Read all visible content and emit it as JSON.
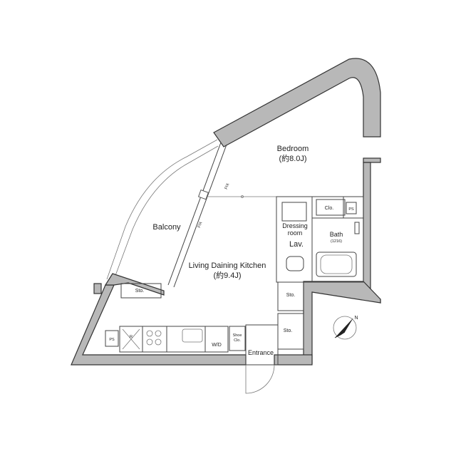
{
  "rooms": {
    "bedroom": {
      "name": "Bedroom",
      "size": "(約8.0J)"
    },
    "balcony": {
      "name": "Balcony"
    },
    "ldk": {
      "name": "Living Daining Kitchen",
      "size": "(約9.4J)"
    },
    "dressing": {
      "line1": "Dressing",
      "line2": "room"
    },
    "lav": {
      "name": "Lav."
    },
    "bath": {
      "name": "Bath",
      "size": "(1216)"
    },
    "entrance": {
      "name": "Entrance"
    }
  },
  "fixtures": {
    "clo": "Clo.",
    "ps_right": "PS",
    "ps_left": "PS",
    "sto_kitchen": "Sto.",
    "sto_upper": "Sto.",
    "sto_lower": "Sto.",
    "shoes_line1": "Shoe",
    "shoes_line2": "Clo.",
    "wd": "W/D",
    "r": "R",
    "fix_upper": "FIX",
    "fix_lower": "FIX"
  },
  "compass": {
    "label": "N"
  },
  "colors": {
    "wall": "#b8b8b8",
    "line": "#444444"
  }
}
